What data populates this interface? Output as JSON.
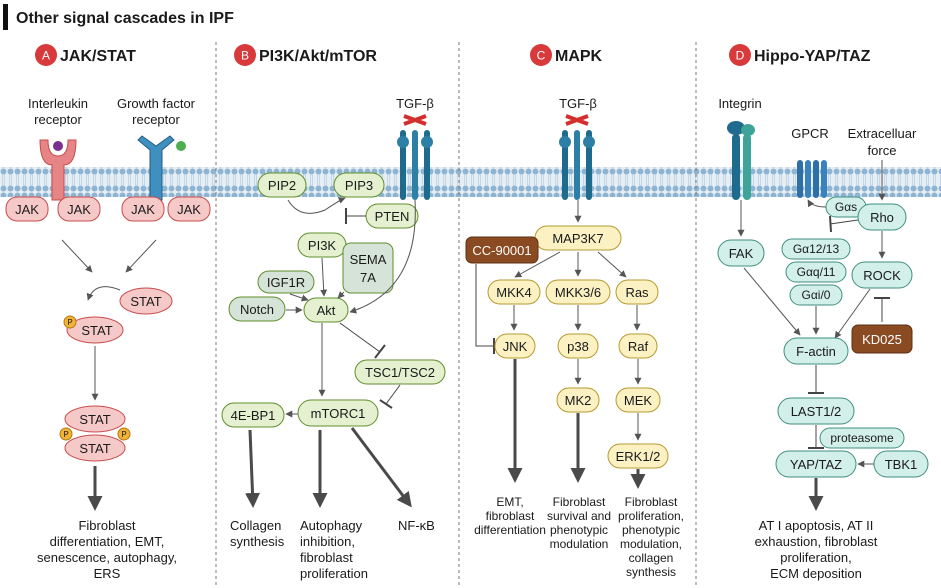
{
  "title": "Other signal cascades in IPF",
  "colors": {
    "section_badge": "#d8393b",
    "jak_fill": "#f6c9c9",
    "jak_stroke": "#c94b4b",
    "pi3k_fill": "#e4f0cf",
    "pi3k_stroke": "#5f8f2c",
    "grey_fill": "#d5e3d8",
    "mapk_fill": "#fbf1c2",
    "mapk_stroke": "#b59a30",
    "hippo_fill": "#d2efe9",
    "hippo_stroke": "#3f8f80",
    "inhibitor_fill": "#8a4a22",
    "membrane": "#7da6c7"
  },
  "sections": {
    "jak": {
      "letter": "A",
      "name": "JAK/STAT",
      "receptor1": [
        "Interleukin",
        "receptor"
      ],
      "receptor2": [
        "Growth factor",
        "receptor"
      ],
      "jak": "JAK",
      "stat": "STAT",
      "p": "P",
      "outcome": [
        "Fibroblast",
        "differentiation, EMT,",
        "senescence, autophagy,",
        "ERS"
      ]
    },
    "pi3k": {
      "letter": "B",
      "name": "PI3K/Akt/mTOR",
      "ligand": "TGF-β",
      "pip2": "PIP2",
      "pip3": "PIP3",
      "pten": "PTEN",
      "pi3k": "PI3K",
      "igf1r": "IGF1R",
      "sema": [
        "SEMA",
        "7A"
      ],
      "notch": "Notch",
      "akt": "Akt",
      "tsc": "TSC1/TSC2",
      "mtorc1": "mTORC1",
      "ebp1": "4E-BP1",
      "out1": [
        "Collagen",
        "synthesis"
      ],
      "out2": [
        "Autophagy",
        "inhibition,",
        "fibroblast",
        "proliferation"
      ],
      "out3": "NF-κB"
    },
    "mapk": {
      "letter": "C",
      "name": "MAPK",
      "ligand": "TGF-β",
      "map3k7": "MAP3K7",
      "inhibitor": "CC-90001",
      "mkk4": "MKK4",
      "mkk36": "MKK3/6",
      "ras": "Ras",
      "jnk": "JNK",
      "p38": "p38",
      "raf": "Raf",
      "mk2": "MK2",
      "mek": "MEK",
      "erk": "ERK1/2",
      "out1": [
        "EMT,",
        "fibroblast",
        "differentiation"
      ],
      "out2": [
        "Fibroblast",
        "survival and",
        "phenotypic",
        "modulation"
      ],
      "out3": [
        "Fibroblast",
        "proliferation,",
        "phenotypic",
        "modulation,",
        "collagen",
        "synthesis"
      ]
    },
    "hippo": {
      "letter": "D",
      "name": "Hippo-YAP/TAZ",
      "integrin": "Integrin",
      "gpcr": "GPCR",
      "force": [
        "Extracelluar",
        "force"
      ],
      "gas": "Gαs",
      "rho": "Rho",
      "fak": "FAK",
      "g1213": "Gα12/13",
      "gq11": "Gαq/11",
      "gi0": "Gαi/0",
      "rock": "ROCK",
      "kd025": "KD025",
      "factin": "F-actin",
      "last": "LAST1/2",
      "proteasome": "proteasome",
      "yap": "YAP/TAZ",
      "tbk1": "TBK1",
      "outcome": [
        "AT I apoptosis, AT II",
        "exhaustion, fibroblast",
        "proliferation,",
        "ECM deposition"
      ]
    }
  }
}
